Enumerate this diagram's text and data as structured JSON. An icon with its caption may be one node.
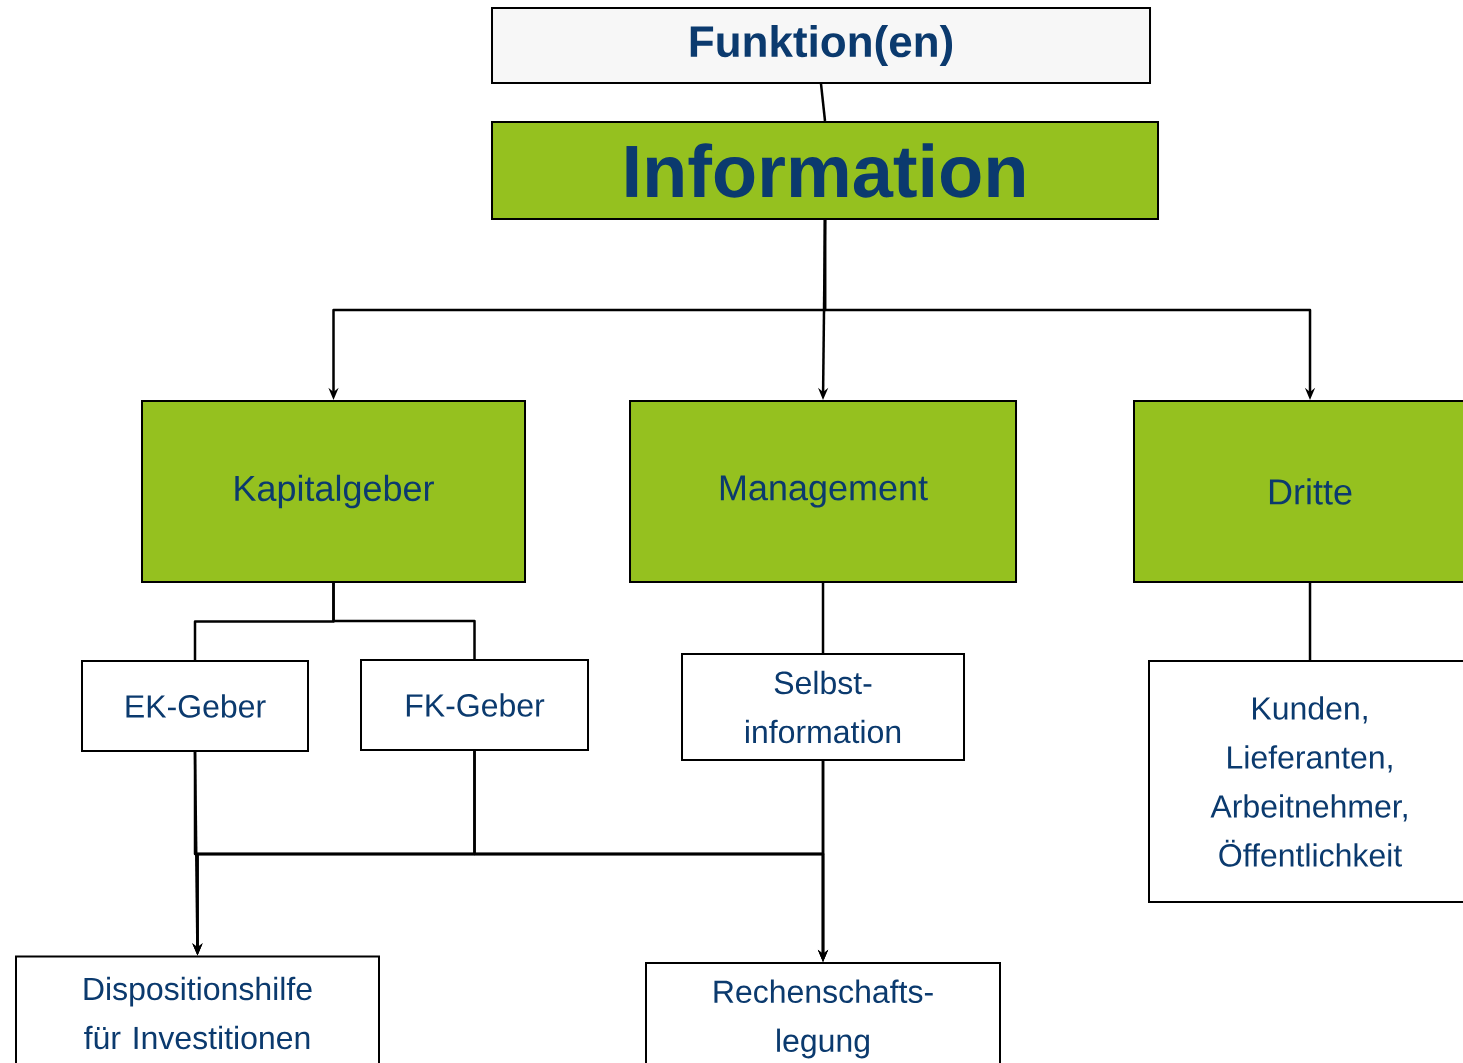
{
  "diagram": {
    "nodes": [
      {
        "text": [
          "Funktion(en)"
        ]
      },
      {
        "text": [
          "Information"
        ]
      },
      {
        "text": [
          "Kapitalgeber"
        ]
      },
      {
        "text": [
          "Management"
        ]
      },
      {
        "text": [
          "Dritte"
        ]
      },
      {
        "text": [
          "EK-Geber"
        ]
      },
      {
        "text": [
          "FK-Geber"
        ]
      },
      {
        "text": [
          "Selbst- information"
        ]
      },
      {
        "text": [
          "Kunden, Lieferanten, Arbeitnehmer, Öffentlichkeit"
        ]
      },
      {
        "text": [
          "Dispositionshilfe für Investitionen"
        ]
      },
      {
        "text": [
          "Rechenschafts- legung"
        ]
      }
    ],
    "edges": [
      {
        "from": 0,
        "to": 1,
        "arrow": "none"
      },
      {
        "from": 1,
        "to": 2,
        "arrow": "to"
      },
      {
        "from": 1,
        "to": 3,
        "arrow": "to"
      },
      {
        "from": 1,
        "to": 4,
        "arrow": "to"
      },
      {
        "from": 2,
        "to": 5,
        "arrow": "none"
      },
      {
        "from": 2,
        "to": 6,
        "arrow": "none"
      },
      {
        "from": 3,
        "to": 7,
        "arrow": "none"
      },
      {
        "from": 4,
        "to": 8,
        "arrow": "none"
      },
      {
        "from": 5,
        "to": 9,
        "arrow": "to"
      },
      {
        "from": 5,
        "to": 10,
        "arrow": "to"
      },
      {
        "from": 6,
        "to": 9,
        "arrow": "to"
      },
      {
        "from": 6,
        "to": 10,
        "arrow": "to"
      },
      {
        "from": 7,
        "to": 9,
        "arrow": "to"
      },
      {
        "from": 7,
        "to": 10,
        "arrow": "to"
      }
    ]
  }
}
